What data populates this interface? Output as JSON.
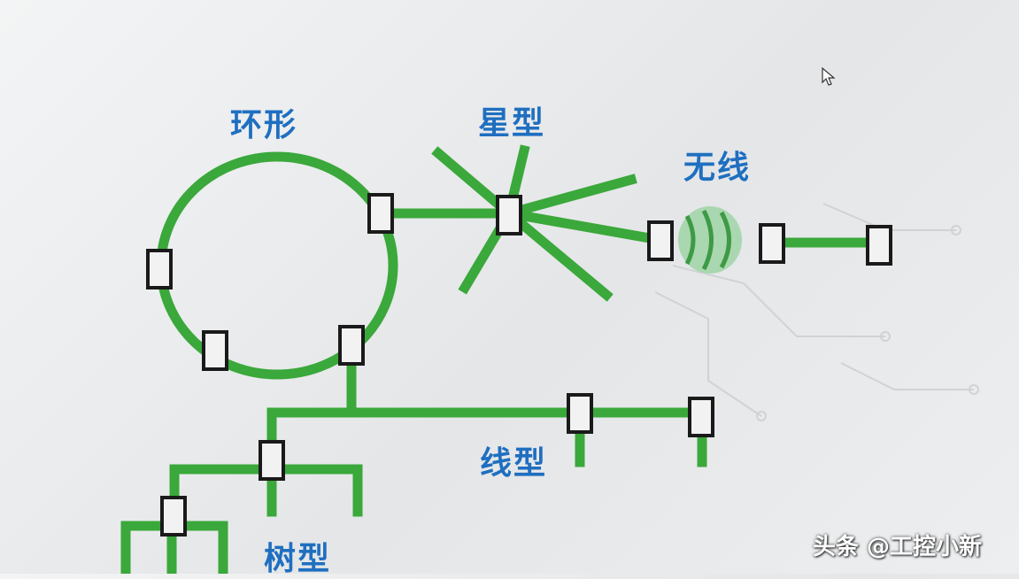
{
  "labels": {
    "ring": "环形",
    "star": "星型",
    "wireless": "无线",
    "line": "线型",
    "tree": "树型"
  },
  "watermark": "头条 @工控小新",
  "colors": {
    "link": "#3aa83a",
    "label": "#1f6fc0",
    "node_fill": "#f2f2f2",
    "node_stroke": "#1a1a1a",
    "wireless_fill": "#9fd3a4"
  },
  "icons": {
    "cursor": "mouse-pointer-icon",
    "wireless": "wireless-wave-icon"
  }
}
